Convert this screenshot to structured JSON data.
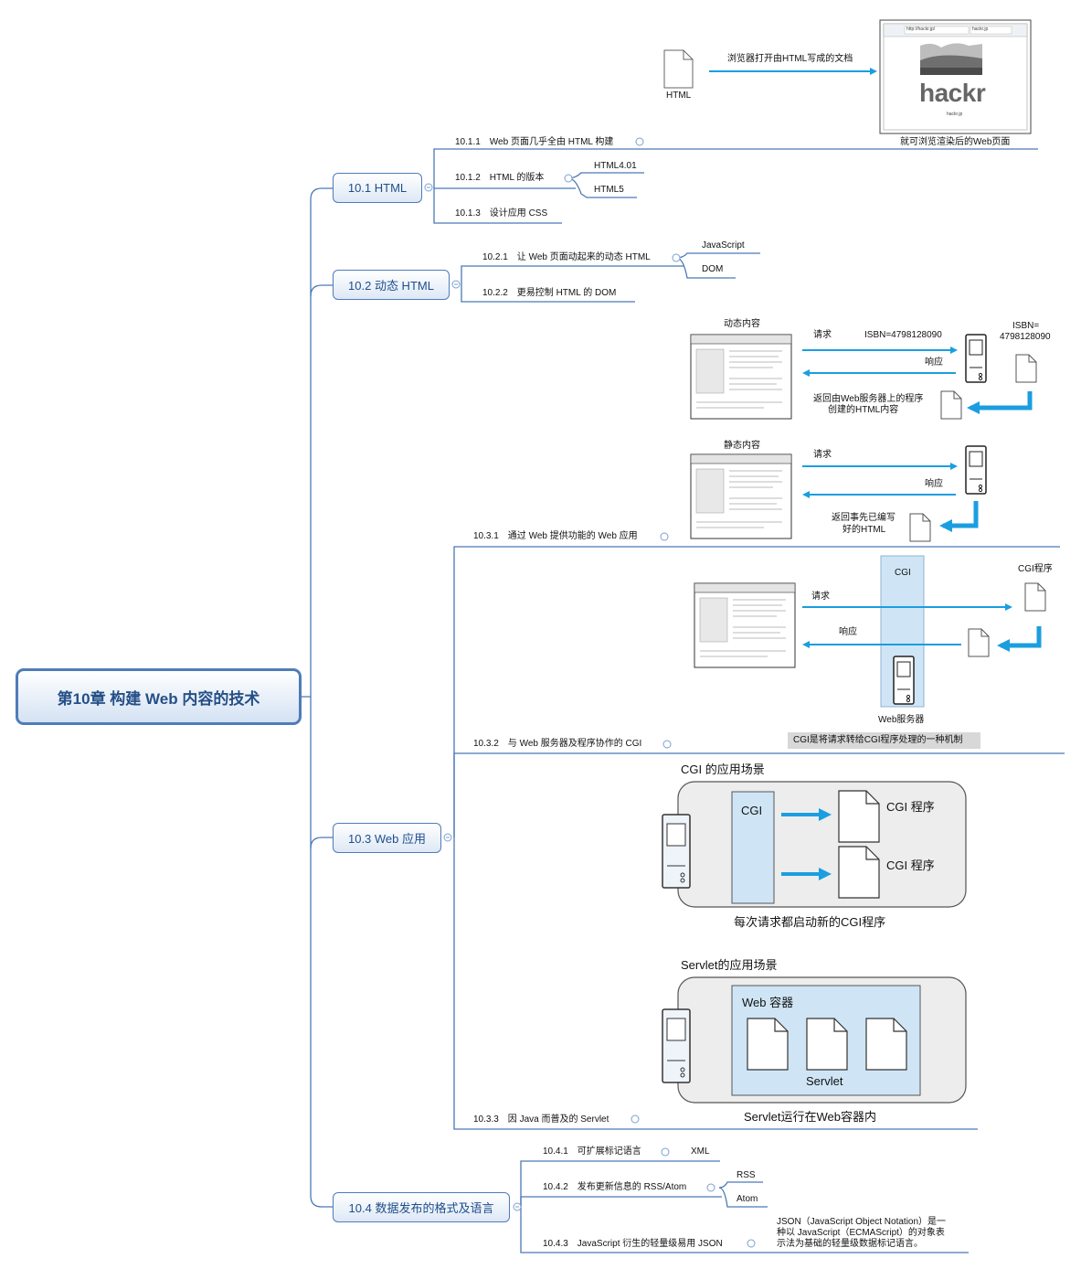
{
  "root": {
    "title": "第10章 构建 Web 内容的技术"
  },
  "sections": {
    "s101": {
      "label": "10.1 HTML",
      "items": [
        {
          "label": "10.1.1　Web 页面几乎全由 HTML 构建"
        },
        {
          "label": "10.1.2　HTML 的版本",
          "children": [
            "HTML4.01",
            "HTML5"
          ]
        },
        {
          "label": "10.1.3　设计应用 CSS"
        }
      ]
    },
    "s102": {
      "label": "10.2 动态 HTML",
      "items": [
        {
          "label": "10.2.1　让 Web 页面动起来的动态 HTML",
          "children": [
            "JavaScript",
            "DOM"
          ]
        },
        {
          "label": "10.2.2　更易控制 HTML 的 DOM"
        }
      ]
    },
    "s103": {
      "label": "10.3 Web 应用",
      "items": [
        {
          "label": "10.3.1　通过 Web 提供功能的 Web 应用"
        },
        {
          "label": "10.3.2　与 Web 服务器及程序协作的 CGI"
        },
        {
          "label": "10.3.3　因 Java 而普及的 Servlet"
        }
      ]
    },
    "s104": {
      "label": "10.4 数据发布的格式及语言",
      "items": [
        {
          "label": "10.4.1　可扩展标记语言",
          "children": [
            "XML"
          ]
        },
        {
          "label": "10.4.2　发布更新信息的 RSS/Atom",
          "children": [
            "RSS",
            "Atom"
          ]
        },
        {
          "label": "10.4.3　JavaScript 衍生的轻量级易用 JSON",
          "note": [
            "JSON（JavaScript Object Notation）是一",
            "种以 JavaScript（ECMAScript）的对象表",
            "示法为基础的轻量级数据标记语言。"
          ]
        }
      ]
    }
  },
  "fig_html": {
    "doc_label": "HTML",
    "arrow_label": "浏览器打开由HTML写成的文档",
    "browser_url": "http://hackr.jp/",
    "browser_tab": "hackr.jp",
    "logo": "hackr",
    "site": "hackr.jp",
    "caption": "就可浏览渲染后的Web页面"
  },
  "fig_dynamic": {
    "title": "动态内容",
    "request": "请求",
    "isbn_query": "ISBN=4798128090",
    "isbn_doc": [
      "ISBN=",
      "4798128090"
    ],
    "response": "响应",
    "note": [
      "返回由Web服务器上的程序",
      "创建的HTML内容"
    ]
  },
  "fig_static": {
    "title": "静态内容",
    "request": "请求",
    "response": "响应",
    "note": [
      "返回事先已编写",
      "好的HTML"
    ]
  },
  "fig_cgi": {
    "cgi": "CGI",
    "program": "CGI程序",
    "request": "请求",
    "response": "响应",
    "server": "Web服务器",
    "caption": "CGI是将请求转给CGI程序处理的一种机制"
  },
  "fig_cgi_scene": {
    "title": "CGI 的应用场景",
    "cgi": "CGI",
    "program1": "CGI 程序",
    "program2": "CGI 程序",
    "caption": "每次请求都启动新的CGI程序"
  },
  "fig_servlet_scene": {
    "title": "Servlet的应用场景",
    "container": "Web 容器",
    "servlet": "Servlet",
    "caption": "Servlet运行在Web容器内"
  },
  "colors": {
    "node_border": "#4f7cb8",
    "node_text": "#1f4e8c",
    "line": "#4a79b6",
    "arrow": "#1a9ee0",
    "cgi_fill": "#cfe5f5"
  }
}
